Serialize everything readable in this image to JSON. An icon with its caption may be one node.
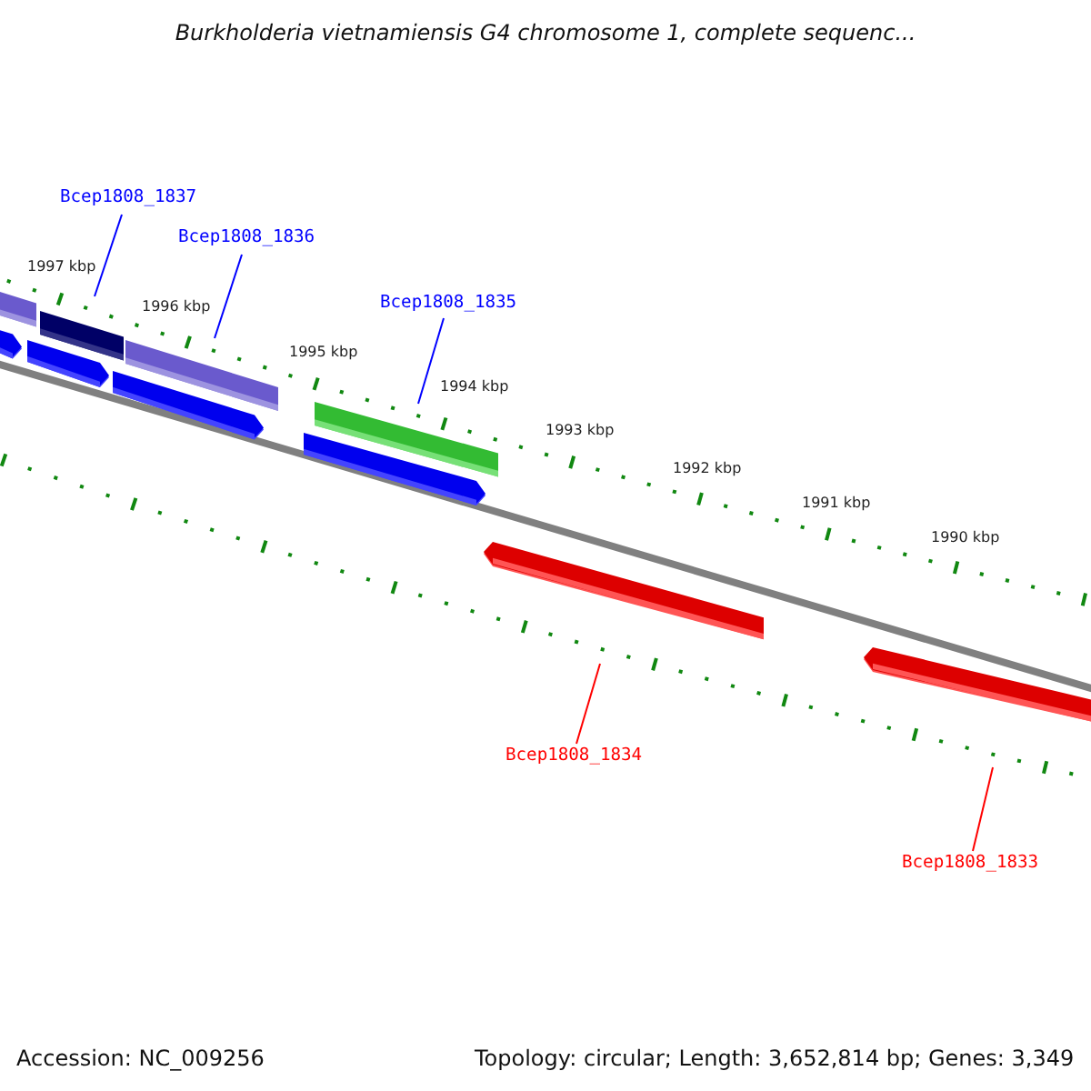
{
  "diagram": {
    "title": "Burkholderia vietnamiensis G4 chromosome 1, complete sequenc...",
    "nodes": [
      {
        "text": [
          "Bcep1808_1837"
        ]
      },
      {
        "text": [
          "Bcep1808_1836"
        ]
      },
      {
        "text": [
          "Bcep1808_1835"
        ]
      },
      {
        "text": [
          "Bcep1808_1834"
        ]
      },
      {
        "text": [
          "Bcep1808_1833"
        ]
      }
    ],
    "edges": [
      {
        "from": 0,
        "to": null,
        "arrow": "none"
      },
      {
        "from": 1,
        "to": null,
        "arrow": "none"
      },
      {
        "from": 2,
        "to": null,
        "arrow": "none"
      },
      {
        "from": 3,
        "to": null,
        "arrow": "none",
        "color": "#ff0000"
      },
      {
        "from": 4,
        "to": null,
        "arrow": "none",
        "color": "#ff0000"
      }
    ],
    "labels": [
      "1997 kbp",
      "1996 kbp",
      "1995 kbp",
      "1994 kbp",
      "1993 kbp",
      "1992 kbp",
      "1991 kbp",
      "1990 kbp",
      "Accession: NC_009256",
      "Topology: circular; Length: 3,652,814 bp; Genes: 3,349"
    ]
  }
}
